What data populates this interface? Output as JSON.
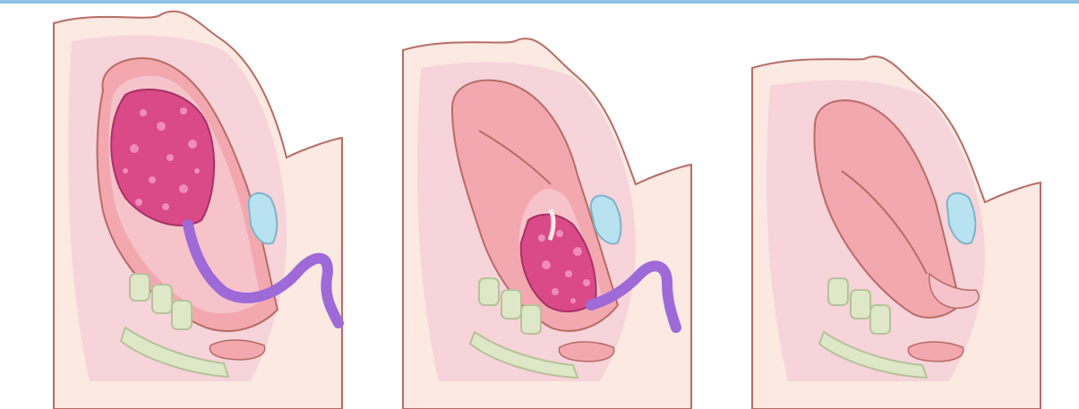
{
  "figure": {
    "panels": [
      {
        "id": "panel-1",
        "placenta_position": "in-uterus",
        "cord_visible": true
      },
      {
        "id": "panel-2",
        "placenta_position": "descending",
        "cord_visible": true
      },
      {
        "id": "panel-3",
        "placenta_position": "delivered",
        "cord_visible": false
      }
    ]
  },
  "colors": {
    "accent_rule": "#8fc3e6",
    "skin": "#fbe9e2",
    "abdomen": "#f7d3da",
    "uterus_outer": "#f3a8b0",
    "uterus_inner": "#f6c3cb",
    "placenta": "#d94a87",
    "placenta_spots": "#f08cb9",
    "cord": "#9d6ad8",
    "bladder": "#b8e2ef",
    "spine": "#dfe7c9",
    "outline": "#b76c66"
  }
}
